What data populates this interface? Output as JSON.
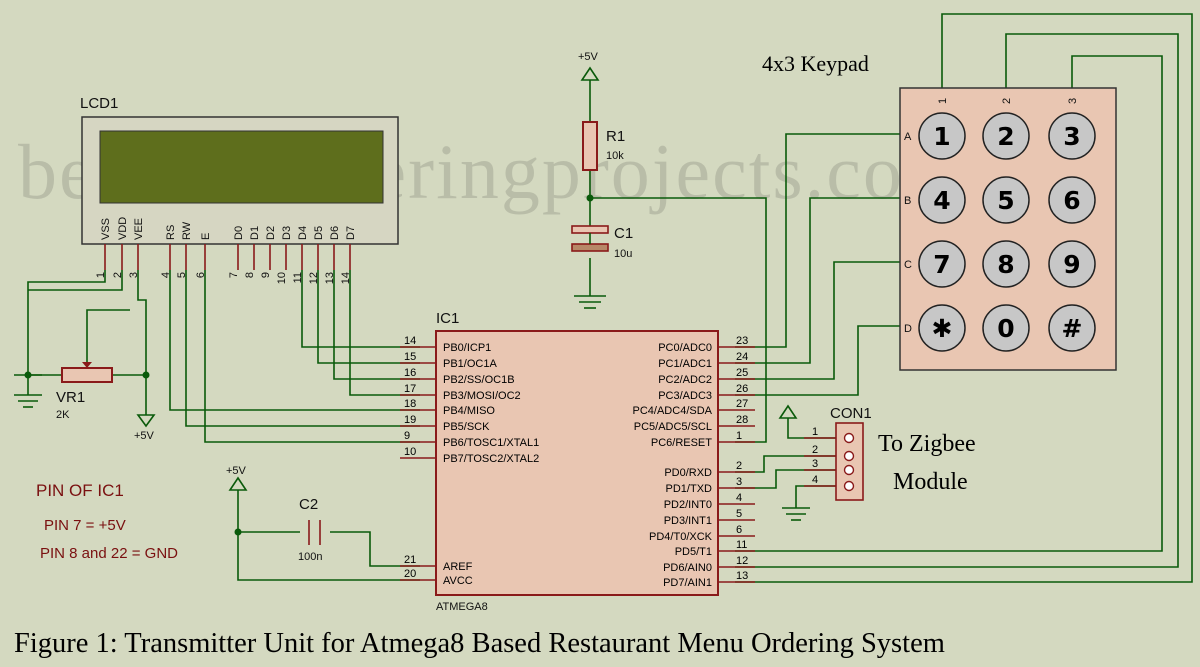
{
  "watermark": "bestengineeringprojects.com",
  "caption": "Figure 1: Transmitter Unit for Atmega8 Based Restaurant Menu Ordering System",
  "lcd": {
    "ref": "LCD1",
    "pins": [
      {
        "name": "VSS",
        "num": "1"
      },
      {
        "name": "VDD",
        "num": "2"
      },
      {
        "name": "VEE",
        "num": "3"
      },
      {
        "name": "RS",
        "num": "4"
      },
      {
        "name": "RW",
        "num": "5"
      },
      {
        "name": "E",
        "num": "6"
      },
      {
        "name": "D0",
        "num": "7"
      },
      {
        "name": "D1",
        "num": "8"
      },
      {
        "name": "D2",
        "num": "9"
      },
      {
        "name": "D3",
        "num": "10"
      },
      {
        "name": "D4",
        "num": "11"
      },
      {
        "name": "D5",
        "num": "12"
      },
      {
        "name": "D6",
        "num": "13"
      },
      {
        "name": "D7",
        "num": "14"
      }
    ]
  },
  "vr1": {
    "ref": "VR1",
    "value": "2K"
  },
  "r1": {
    "ref": "R1",
    "value": "10k"
  },
  "c1": {
    "ref": "C1",
    "value": "10u"
  },
  "c2": {
    "ref": "C2",
    "value": "100n"
  },
  "power": {
    "vcc": "+5V"
  },
  "ic1": {
    "ref": "IC1",
    "part": "ATMEGA8",
    "left_pins": [
      {
        "num": "14",
        "name": "PB0/ICP1"
      },
      {
        "num": "15",
        "name": "PB1/OC1A"
      },
      {
        "num": "16",
        "name": "PB2/SS/OC1B"
      },
      {
        "num": "17",
        "name": "PB3/MOSI/OC2"
      },
      {
        "num": "18",
        "name": "PB4/MISO"
      },
      {
        "num": "19",
        "name": "PB5/SCK"
      },
      {
        "num": "9",
        "name": "PB6/TOSC1/XTAL1"
      },
      {
        "num": "10",
        "name": "PB7/TOSC2/XTAL2"
      },
      {
        "num": "21",
        "name": "AREF"
      },
      {
        "num": "20",
        "name": "AVCC"
      }
    ],
    "right_pins": [
      {
        "num": "23",
        "name": "PC0/ADC0"
      },
      {
        "num": "24",
        "name": "PC1/ADC1"
      },
      {
        "num": "25",
        "name": "PC2/ADC2"
      },
      {
        "num": "26",
        "name": "PC3/ADC3"
      },
      {
        "num": "27",
        "name": "PC4/ADC4/SDA"
      },
      {
        "num": "28",
        "name": "PC5/ADC5/SCL"
      },
      {
        "num": "1",
        "name": "PC6/RESET"
      },
      {
        "num": "2",
        "name": "PD0/RXD"
      },
      {
        "num": "3",
        "name": "PD1/TXD"
      },
      {
        "num": "4",
        "name": "PD2/INT0"
      },
      {
        "num": "5",
        "name": "PD3/INT1"
      },
      {
        "num": "6",
        "name": "PD4/T0/XCK"
      },
      {
        "num": "11",
        "name": "PD5/T1"
      },
      {
        "num": "12",
        "name": "PD6/AIN0"
      },
      {
        "num": "13",
        "name": "PD7/AIN1"
      }
    ]
  },
  "keypad": {
    "title": "4x3 Keypad",
    "cols": [
      "1",
      "2",
      "3"
    ],
    "rows": [
      "A",
      "B",
      "C",
      "D"
    ],
    "keys": [
      "1",
      "2",
      "3",
      "4",
      "5",
      "6",
      "7",
      "8",
      "9",
      "✱",
      "0",
      "#"
    ]
  },
  "con1": {
    "ref": "CON1",
    "pins": [
      "1",
      "2",
      "3",
      "4"
    ],
    "label_line1": "To Zigbee",
    "label_line2": "Module"
  },
  "notes": {
    "title": "PIN OF IC1",
    "line1": "PIN 7 = +5V",
    "line2": "PIN 8 and 22 = GND"
  }
}
